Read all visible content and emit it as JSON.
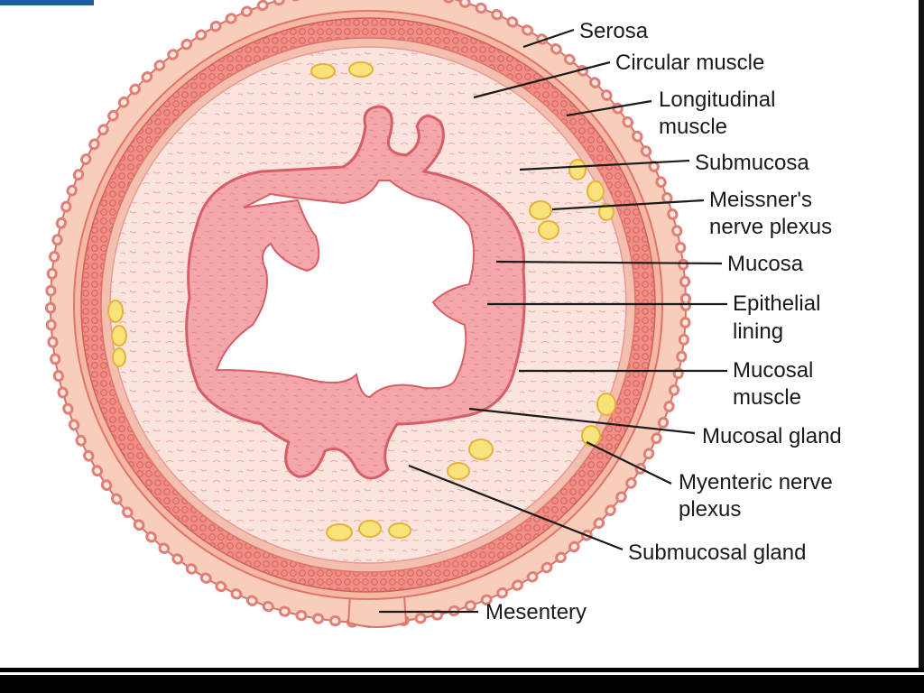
{
  "labels": {
    "serosa": "Serosa",
    "circular_muscle": "Circular muscle",
    "longitudinal_muscle_1": "Longitudinal",
    "longitudinal_muscle_2": "muscle",
    "submucosa": "Submucosa",
    "meissner_1": "Meissner's",
    "meissner_2": "nerve plexus",
    "mucosa": "Mucosa",
    "epithelial_1": "Epithelial",
    "epithelial_2": "lining",
    "mucosal_muscle_1": "Mucosal",
    "mucosal_muscle_2": "muscle",
    "mucosal_gland": "Mucosal gland",
    "myenteric_1": "Myenteric nerve",
    "myenteric_2": "plexus",
    "submucosal_gland": "Submucosal gland",
    "mesentery": "Mesentery"
  },
  "colors": {
    "serosa_fill": "#f7c9b4",
    "serosa_stroke": "#d9736b",
    "muscle_fill": "#ef8f86",
    "muscle_band_stroke": "#e0746c",
    "submucosa_fill": "#fbe1dc",
    "mucosa_fill": "#f3a3a6",
    "mucosa_stroke": "#d75d66",
    "lumen": "#ffffff",
    "nerve_fill": "#f8e27a",
    "nerve_stroke": "#e6b23a",
    "leader": "#1a1a1a"
  }
}
